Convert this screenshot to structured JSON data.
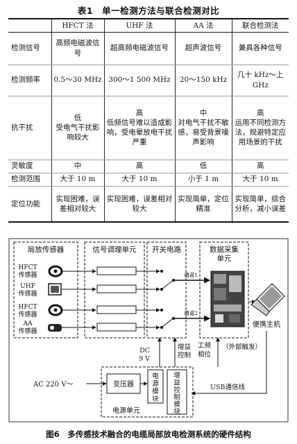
{
  "table": {
    "caption": "表1　单一检测方法与联合检测对比",
    "header": [
      "",
      "HFCT 法",
      "UHF 法",
      "AA 法",
      "联合检测法"
    ],
    "rows": [
      {
        "label": "检测信号",
        "cells": [
          "高频电磁波信号",
          "超高频电磁波信号",
          "超声波信号",
          "兼具各种信号"
        ]
      },
      {
        "label": "检测频率",
        "cells": [
          "0.5～30 MHz",
          "300～1 500 MHz",
          "20～150 kHz",
          "几十 kHz～上 GHz"
        ]
      },
      {
        "label": "抗干扰",
        "cells": [
          "低\n受电气干扰影响较大",
          "高\n低频信号难以造成影响，受电晕放电干扰严重",
          "中\n对电气干扰不敏感，易受背景噪声影响",
          "高\n运用不同检测方法，规避特定应用场景的干扰"
        ]
      },
      {
        "label": "灵敏度",
        "cells": [
          "中",
          "高",
          "低",
          "高"
        ]
      },
      {
        "label": "检测范围",
        "cells": [
          "大于 10 m",
          "大于 10 m",
          "小于 1 m",
          "大于 10 m"
        ]
      },
      {
        "label": "定位功能",
        "cells": [
          "实现困难，误差相对较大",
          "实现困难，误差相对较大",
          "实现简单，定位精准",
          "实现简单，综合分析，减小误差"
        ]
      }
    ]
  },
  "figure": {
    "caption": "图6　多传感技术融合的电缆局部放电检测系统的硬件结构",
    "sensor_group_label": "局放传感器",
    "sensors": [
      {
        "line1": "HFCT",
        "line2": "传感器"
      },
      {
        "line1": "UHF",
        "line2": "传感器"
      },
      {
        "line1": "HFCT",
        "line2": "传感器"
      },
      {
        "line1": "AA",
        "line2": "传感器"
      }
    ],
    "signal_conditioning_label": "信号调理单元",
    "switch_circuit_label": "开关电路",
    "daq_line1": "数据采集",
    "daq_line2": "单元",
    "channel1": "通道1",
    "channel2": "通道2",
    "host_label": "便携主机",
    "power_frequency_phase_line1": "工频",
    "power_frequency_phase_line2": "相位",
    "external_trigger": "（外部触发）",
    "dc_line1": "DC",
    "dc_line2": "9 V",
    "gain_control_line1": "增益",
    "gain_control_line2": "控制",
    "ac_input": "AC 220 V～",
    "transformer": "变压器",
    "power_module_chars": [
      "电",
      "源",
      "模",
      "块"
    ],
    "gain_module_chars": [
      "增",
      "益",
      "控",
      "制",
      "模",
      "块"
    ],
    "power_unit": "电源单元",
    "usb_line": "USB通信线"
  }
}
